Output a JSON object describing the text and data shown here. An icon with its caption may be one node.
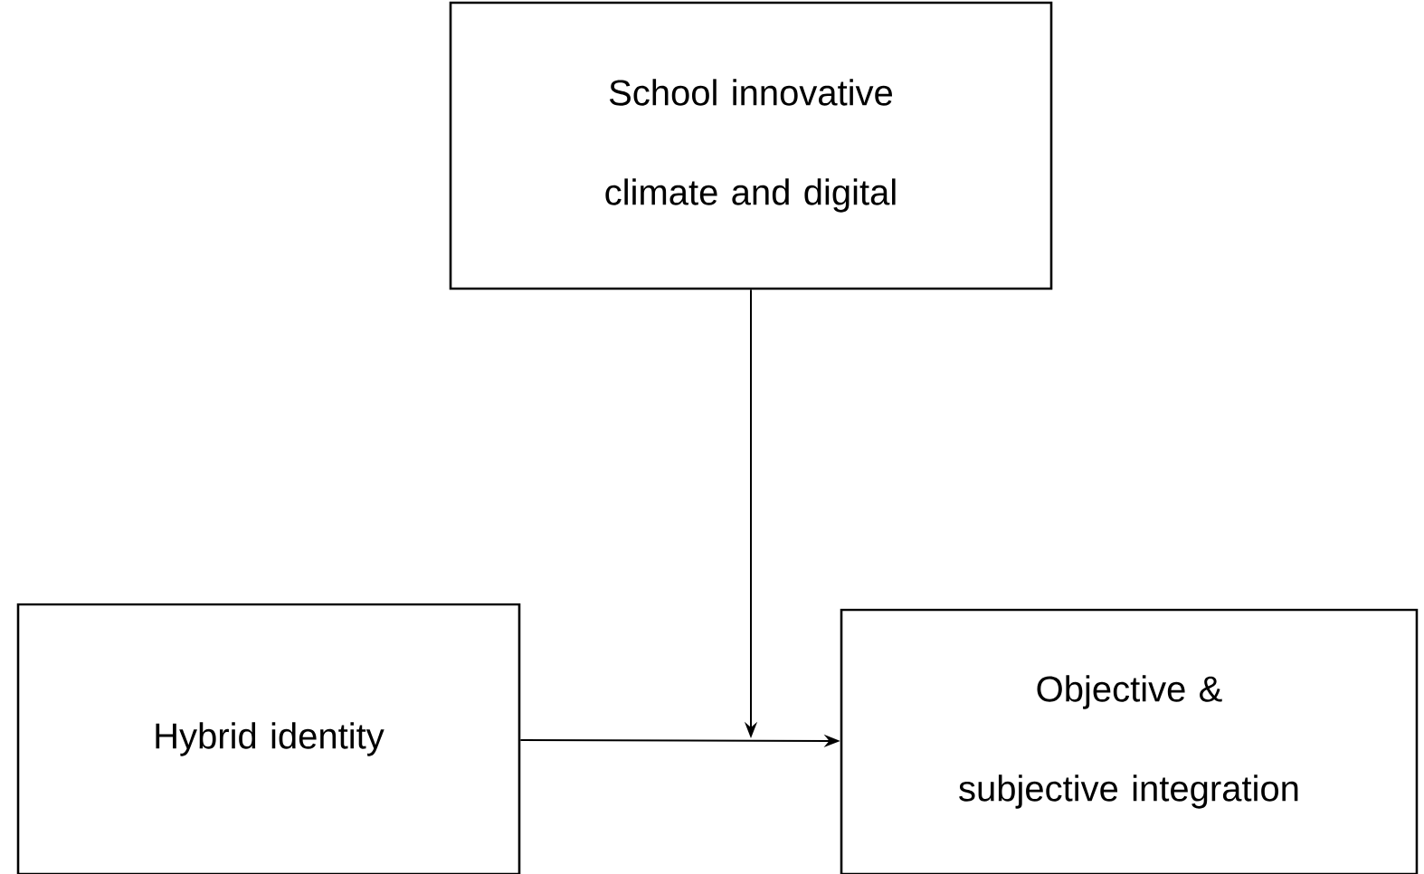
{
  "diagram": {
    "nodes": [
      {
        "text": [
          "School innovative climate and digital"
        ]
      },
      {
        "text": [
          "Hybrid identity"
        ]
      },
      {
        "text": [
          "Objective & subjective integration"
        ]
      }
    ],
    "edges": [
      {
        "from": 1,
        "to": 2,
        "arrow": "to"
      },
      {
        "from": 0,
        "to": null,
        "arrow": "to"
      }
    ]
  }
}
